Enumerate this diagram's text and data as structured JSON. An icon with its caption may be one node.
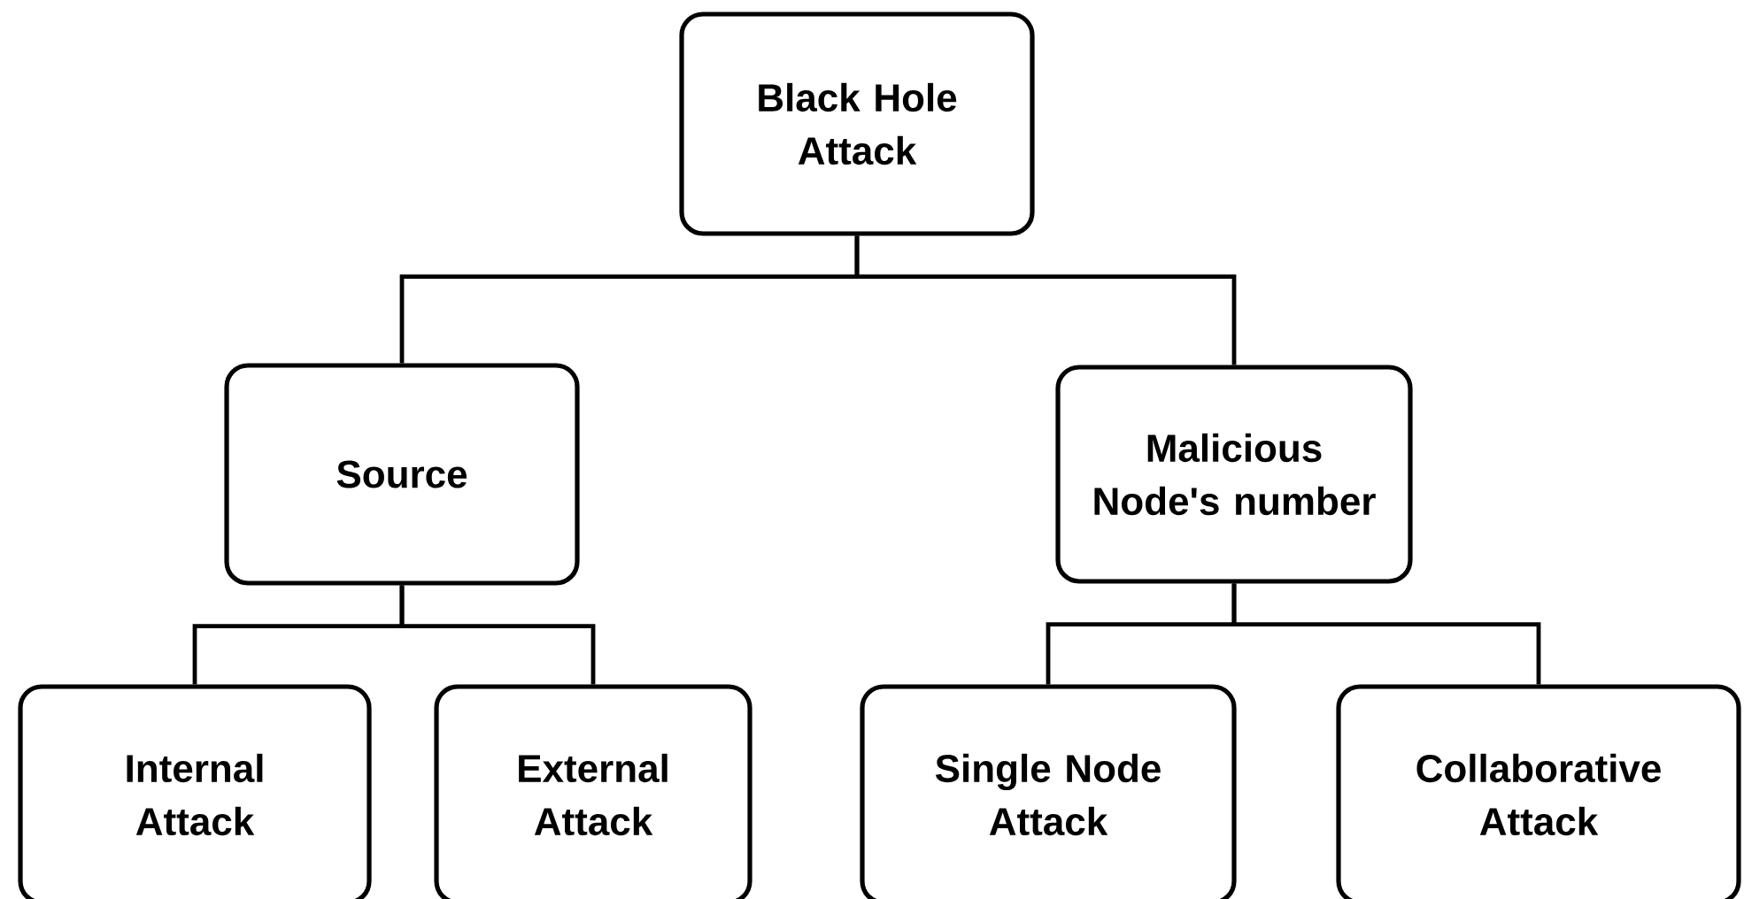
{
  "diagram": {
    "nodes": [
      {
        "text": [
          "Black Hole Attack"
        ]
      },
      {
        "text": [
          "Source"
        ]
      },
      {
        "text": [
          "Malicious Node's number"
        ]
      },
      {
        "text": [
          "Internal Attack"
        ]
      },
      {
        "text": [
          "External Attack"
        ]
      },
      {
        "text": [
          "Single Node Attack"
        ]
      },
      {
        "text": [
          "Collaborative Attack"
        ]
      }
    ],
    "edges": [
      {
        "from": 0,
        "to": 1,
        "arrow": "none"
      },
      {
        "from": 0,
        "to": 2,
        "arrow": "none"
      },
      {
        "from": 1,
        "to": 3,
        "arrow": "none"
      },
      {
        "from": 1,
        "to": 4,
        "arrow": "none"
      },
      {
        "from": 2,
        "to": 5,
        "arrow": "none"
      },
      {
        "from": 2,
        "to": 6,
        "arrow": "none"
      }
    ]
  }
}
